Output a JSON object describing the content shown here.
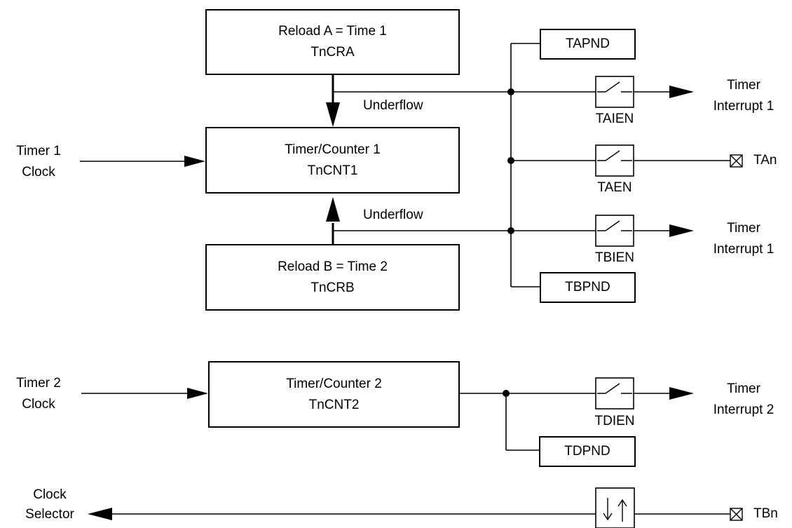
{
  "blocks": {
    "reload_a": {
      "line1": "Reload A = Time 1",
      "line2": "TnCRA"
    },
    "counter_1": {
      "line1": "Timer/Counter 1",
      "line2": "TnCNT1"
    },
    "reload_b": {
      "line1": "Reload B = Time 2",
      "line2": "TnCRB"
    },
    "counter_2": {
      "line1": "Timer/Counter 2",
      "line2": "TnCNT2"
    }
  },
  "flags": {
    "tapnd": "TAPND",
    "tbpnd": "TBPND",
    "tdpnd": "TDPND"
  },
  "switch_labels": {
    "taien": "TAIEN",
    "taen": "TAEN",
    "tbien": "TBIEN",
    "tdien": "TDIEN"
  },
  "signals": {
    "underflow_a": "Underflow",
    "underflow_b": "Underflow",
    "timer1_clock": [
      "Timer 1",
      "Clock"
    ],
    "timer2_clock": [
      "Timer 2",
      "Clock"
    ],
    "interrupt_a": [
      "Timer",
      "Interrupt 1"
    ],
    "interrupt_b": [
      "Timer",
      "Interrupt 1"
    ],
    "interrupt_2": [
      "Timer",
      "Interrupt 2"
    ],
    "clock_selector": [
      "Clock",
      "Selector"
    ]
  },
  "pins": {
    "tan": "TAn",
    "tbn": "TBn"
  }
}
